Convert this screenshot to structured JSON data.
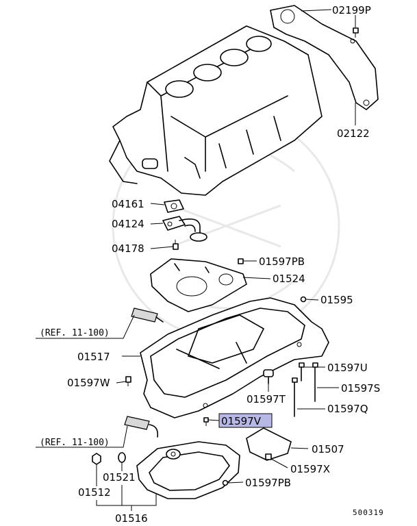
{
  "labels": {
    "l02199P": "02199P",
    "l02122": "02122",
    "l04161": "04161",
    "l04124": "04124",
    "l04178": "04178",
    "l01597PB_top": "01597PB",
    "l01524": "01524",
    "l01595": "01595",
    "ref_top": "(REF. 11-100)",
    "l01517": "01517",
    "l01597U": "01597U",
    "l01597W": "01597W",
    "l01597T": "01597T",
    "l01597S": "01597S",
    "l01597Q": "01597Q",
    "l01597V": "01597V",
    "ref_bottom": "(REF. 11-100)",
    "l01507": "01507",
    "l01597X": "01597X",
    "l01521": "01521",
    "l01512": "01512",
    "l01597PB_bottom": "01597PB",
    "l01516": "01516",
    "diagram_code": "500319"
  },
  "highlight_color": "#b8b8e6"
}
